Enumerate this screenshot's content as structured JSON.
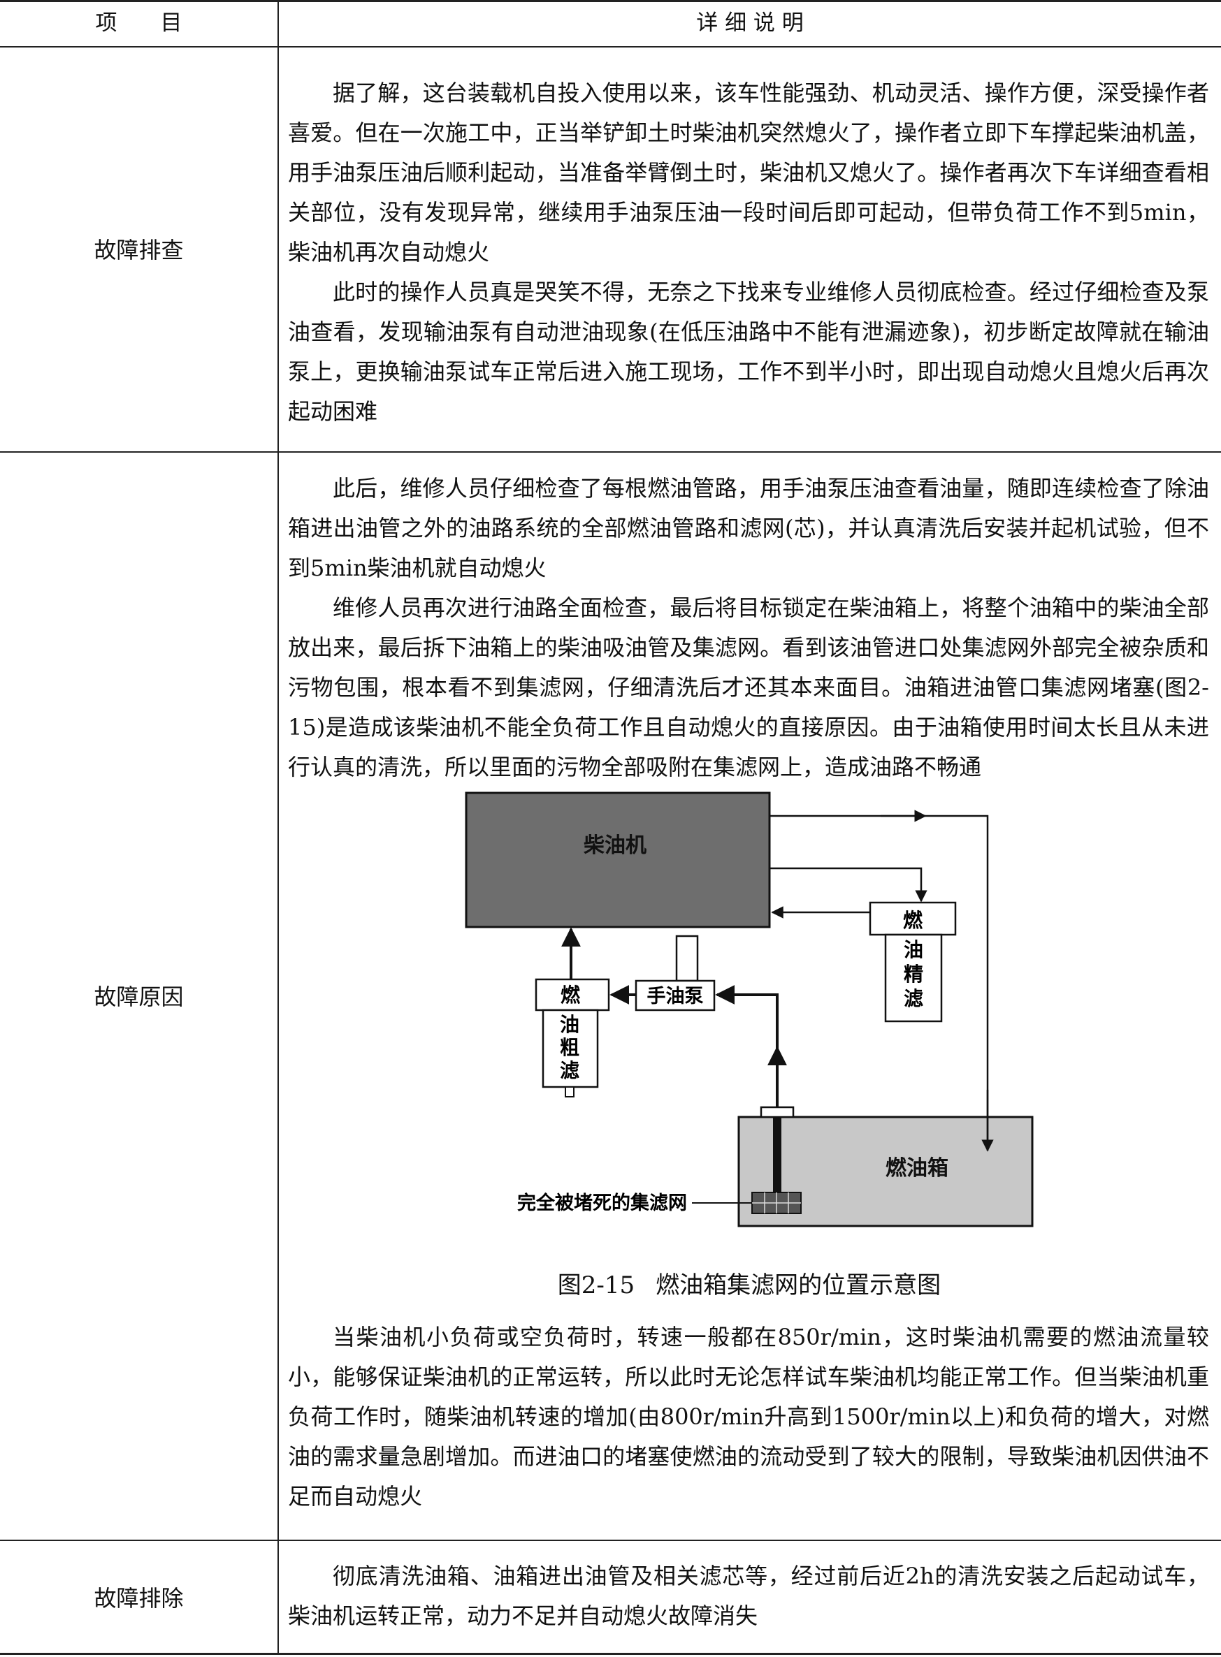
{
  "header": {
    "col1": "项　　目",
    "col2": "详 细 说 明"
  },
  "rows": [
    {
      "label": "故障排查",
      "paragraphs": [
        "据了解，这台装载机自投入使用以来，该车性能强劲、机动灵活、操作方便，深受操作者喜爱。但在一次施工中，正当举铲卸土时柴油机突然熄火了，操作者立即下车撑起柴油机盖，用手油泵压油后顺利起动，当准备举臂倒土时，柴油机又熄火了。操作者再次下车详细查看相关部位，没有发现异常，继续用手油泵压油一段时间后即可起动，但带负荷工作不到5min，柴油机再次自动熄火",
        "此时的操作人员真是哭笑不得，无奈之下找来专业维修人员彻底检查。经过仔细检查及泵油查看，发现输油泵有自动泄油现象(在低压油路中不能有泄漏迹象)，初步断定故障就在输油泵上，更换输油泵试车正常后进入施工现场，工作不到半小时，即出现自动熄火且熄火后再次起动困难"
      ]
    },
    {
      "label": "故障原因",
      "paragraphs": [
        "此后，维修人员仔细检查了每根燃油管路，用手油泵压油查看油量，随即连续检查了除油箱进出油管之外的油路系统的全部燃油管路和滤网(芯)，并认真清洗后安装并起机试验，但不到5min柴油机就自动熄火",
        "维修人员再次进行油路全面检查，最后将目标锁定在柴油箱上，将整个油箱中的柴油全部放出来，最后拆下油箱上的柴油吸油管及集滤网。看到该油管进口处集滤网外部完全被杂质和污物包围，根本看不到集滤网，仔细清洗后才还其本来面目。油箱进油管口集滤网堵塞(图2-15)是造成该柴油机不能全负荷工作且自动熄火的直接原因。由于油箱使用时间太长且从未进行认真的清洗，所以里面的污物全部吸附在集滤网上，造成油路不畅通"
      ],
      "paragraphs_after": [
        "当柴油机小负荷或空负荷时，转速一般都在850r/min，这时柴油机需要的燃油流量较小，能够保证柴油机的正常运转，所以此时无论怎样试车柴油机均能正常工作。但当柴油机重负荷工作时，随柴油机转速的增加(由800r/min升高到1500r/min以上)和负荷的增大，对燃油的需求量急剧增加。而进油口的堵塞使燃油的流动受到了较大的限制，导致柴油机因供油不足而自动熄火"
      ]
    },
    {
      "label": "故障排除",
      "paragraphs": [
        "彻底清洗油箱、油箱进出油管及相关滤芯等，经过前后近2h的清洗安装之后起动试车，柴油机运转正常，动力不足并自动熄火故障消失"
      ]
    }
  ],
  "figure": {
    "engine": "柴油机",
    "tank": "燃油箱",
    "hand_pump": "手油泵",
    "coarse_filter": [
      "燃",
      "油",
      "粗",
      "滤"
    ],
    "fine_filter": [
      "燃",
      "油",
      "精",
      "滤"
    ],
    "clogged_strainer": "完全被堵死的集滤网",
    "caption_number": "图2-15",
    "caption_text": "燃油箱集滤网的位置示意图"
  },
  "colors": {
    "engine_fill": "#6e6e6e",
    "tank_fill": "#c8c8c8",
    "rule": "#222222"
  }
}
